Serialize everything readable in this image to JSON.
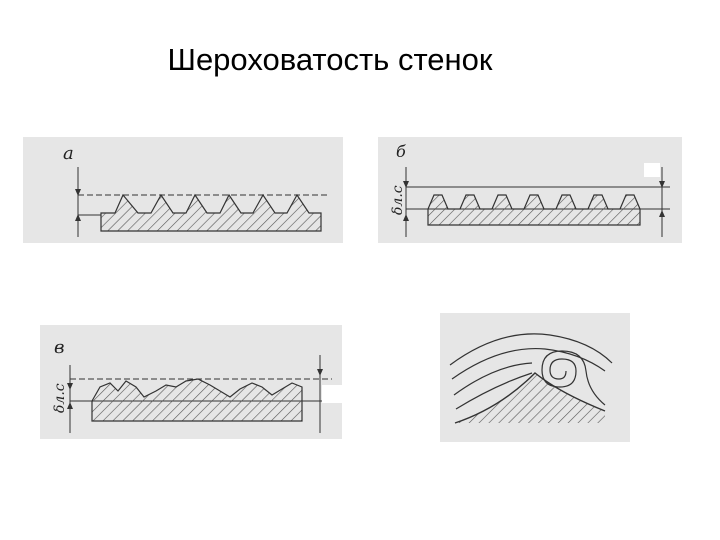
{
  "slide": {
    "title": "Шероховатость стенок"
  },
  "panels": [
    {
      "label": "а",
      "delta": ""
    },
    {
      "label": "б",
      "delta": "δл.с"
    },
    {
      "label": "в",
      "delta": "δл.с"
    },
    {
      "label": "",
      "delta": ""
    }
  ],
  "colors": {
    "panel_bg": "#e6e6e6",
    "ink": "#333333"
  }
}
